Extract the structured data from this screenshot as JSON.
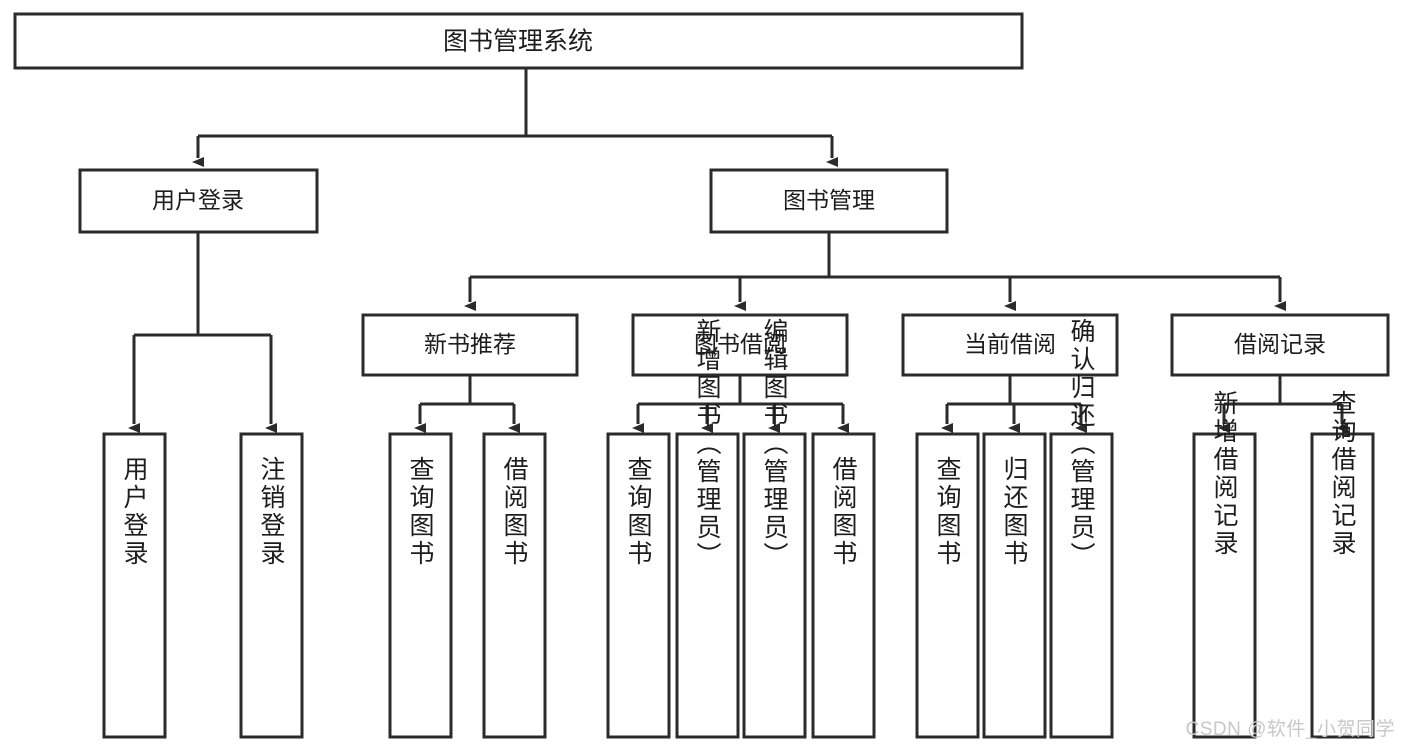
{
  "diagram": {
    "type": "tree",
    "title": "图书管理系统",
    "root": {
      "label": "图书管理系统",
      "id": "root"
    },
    "level2": [
      {
        "id": "user-login",
        "label": "用户登录"
      },
      {
        "id": "book-manage",
        "label": "图书管理"
      }
    ],
    "level3": [
      {
        "id": "new-book-recommend",
        "label": "新书推荐",
        "parent": "book-manage"
      },
      {
        "id": "book-borrow",
        "label": "图书借阅",
        "parent": "book-manage"
      },
      {
        "id": "current-borrow",
        "label": "当前借阅",
        "parent": "book-manage"
      },
      {
        "id": "borrow-record",
        "label": "借阅记录",
        "parent": "book-manage"
      }
    ],
    "leaves": [
      {
        "id": "leaf-user-login",
        "label": "用户登录",
        "parent": "user-login"
      },
      {
        "id": "leaf-logout-login",
        "label": "注销登录",
        "parent": "user-login"
      },
      {
        "id": "leaf-query-book-1",
        "label": "查询图书",
        "parent": "new-book-recommend"
      },
      {
        "id": "leaf-borrow-book-1",
        "label": "借阅图书",
        "parent": "new-book-recommend"
      },
      {
        "id": "leaf-query-book-2",
        "label": "查询图书",
        "parent": "book-borrow"
      },
      {
        "id": "leaf-add-book",
        "label": "新增图书（管理员）",
        "parent": "book-borrow"
      },
      {
        "id": "leaf-edit-book",
        "label": "编辑图书（管理员）",
        "parent": "book-borrow"
      },
      {
        "id": "leaf-borrow-book-2",
        "label": "借阅图书",
        "parent": "book-borrow"
      },
      {
        "id": "leaf-query-book-3",
        "label": "查询图书",
        "parent": "current-borrow"
      },
      {
        "id": "leaf-return-book",
        "label": "归还图书",
        "parent": "current-borrow"
      },
      {
        "id": "leaf-confirm-return",
        "label": "确认归还（管理员）",
        "parent": "current-borrow"
      },
      {
        "id": "leaf-add-record",
        "label": "新增借阅记录",
        "parent": "borrow-record"
      },
      {
        "id": "leaf-query-record",
        "label": "查询借阅记录",
        "parent": "borrow-record"
      }
    ],
    "colors": {
      "box_stroke": "#2b2b2b",
      "box_fill": "#ffffff",
      "text": "#1d1d1d",
      "background": "#ffffff",
      "watermark": "#c8c8c8"
    }
  },
  "watermark": {
    "text": "CSDN @软件_小贺同学"
  }
}
